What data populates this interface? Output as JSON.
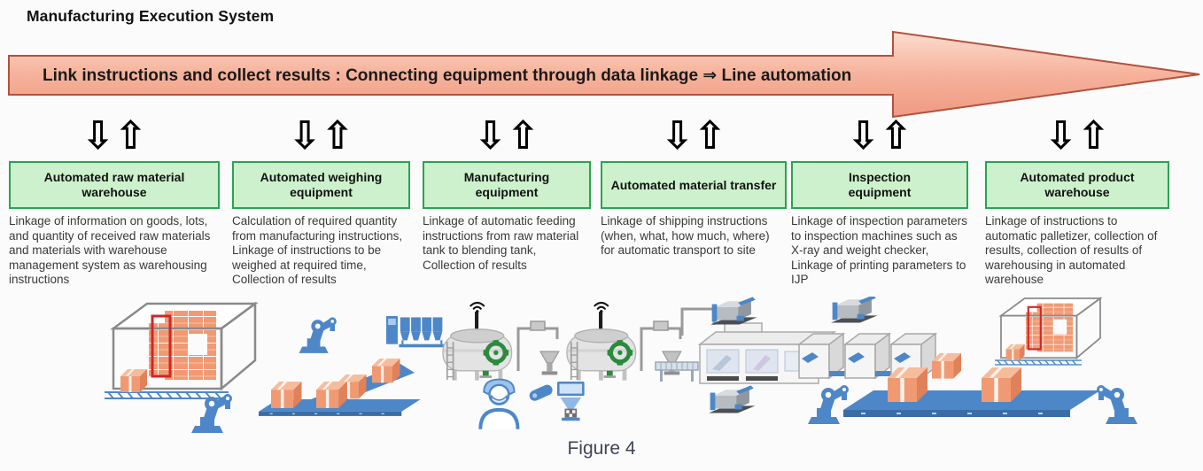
{
  "header": {
    "title": "Manufacturing Execution System"
  },
  "banner": {
    "label": "Link instructions and collect results : Connecting equipment through data linkage ⇒ Line automation",
    "fill_top": "#fcdccf",
    "fill_bottom": "#ef9a81",
    "border": "#b2523e"
  },
  "icons": {
    "down_arrow": "⇩",
    "up_arrow": "⇧"
  },
  "columns": [
    {
      "title": "Automated raw material warehouse",
      "description": "Linkage of information on goods, lots, and quantity of received raw materials and materials with warehouse management system as warehousing instructions",
      "illustration": "raw-material-warehouse-crane"
    },
    {
      "title": "Automated weighing equipment",
      "description": "Calculation of required quantity from manufacturing instructions, Linkage of instructions to be weighed at required time, Collection of results",
      "illustration": "robot-arm-hoppers-conveyor"
    },
    {
      "title": "Manufacturing equipment",
      "description": "Linkage of automatic feeding instructions from raw material tank to blending tank, Collection of results",
      "illustration": "blending-tanks-worker-scanner"
    },
    {
      "title": "Automated material transfer",
      "description": "Linkage of shipping instructions (when, what, how much, where) for automatic transport to site",
      "illustration": "agv-production-line"
    },
    {
      "title": "Inspection equipment",
      "description": "Linkage of inspection parameters to inspection machines such as X-ray and weight checker, Linkage of printing parameters to IJP",
      "illustration": "inspection-machines-row"
    },
    {
      "title": "Automated product warehouse",
      "description": "Linkage of instructions to automatic palletizer, collection of results, collection of results of warehousing in automated warehouse",
      "illustration": "palletizer-product-warehouse"
    }
  ],
  "caption": "Figure 4",
  "colors": {
    "equipment_box_fill": "#ccf1cc",
    "equipment_box_border": "#2aa353",
    "description_text": "#3a3a3a",
    "caption_text": "#3d4653",
    "illustration_blue": "#4e87c8",
    "illustration_orange": "#f09a74",
    "illustration_gray": "#8a8a8a",
    "highlight_red": "#cf2727",
    "valve_green": "#2b8a3c"
  }
}
